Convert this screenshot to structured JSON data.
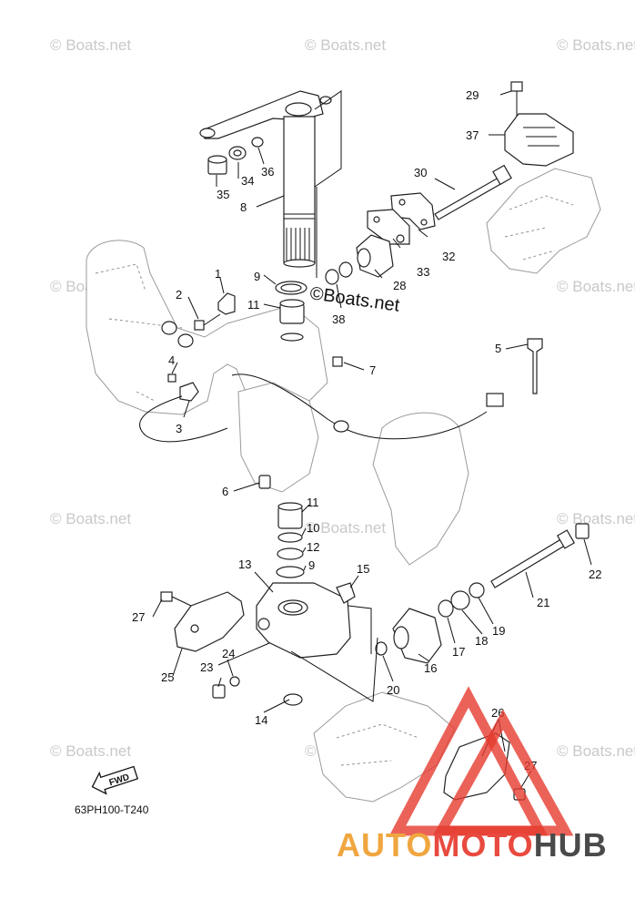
{
  "watermark_text": "© Boats.net",
  "inline_watermark": "©Boats.net",
  "diagram_code": "63PH100-T240",
  "fwd_label": "FWD",
  "brand": {
    "auto": "AUTO",
    "moto": "MOTO",
    "hub": "HUB",
    "colors": {
      "auto": "#f0a640",
      "moto": "#e94a3f",
      "hub": "#4a4a4a",
      "triangle": "#e63b2e"
    }
  },
  "parts": [
    "1",
    "2",
    "3",
    "4",
    "5",
    "6",
    "7",
    "8",
    "9",
    "10",
    "11",
    "12",
    "13",
    "14",
    "15",
    "16",
    "17",
    "18",
    "19",
    "20",
    "21",
    "22",
    "23",
    "24",
    "25",
    "26",
    "27",
    "28",
    "29",
    "30",
    "32",
    "33",
    "34",
    "35",
    "36",
    "37",
    "38"
  ],
  "callouts": {
    "p1": "1",
    "p2": "2",
    "p3": "3",
    "p4": "4",
    "p5": "5",
    "p6": "6",
    "p7": "7",
    "p8": "8",
    "p9a": "9",
    "p9b": "9",
    "p10": "10",
    "p11a": "11",
    "p11b": "11",
    "p12": "12",
    "p13": "13",
    "p14": "14",
    "p15": "15",
    "p16": "16",
    "p17": "17",
    "p18": "18",
    "p19": "19",
    "p20": "20",
    "p21": "21",
    "p22": "22",
    "p23": "23",
    "p24": "24",
    "p25": "25",
    "p26": "26",
    "p27a": "27",
    "p27b": "27",
    "p28": "28",
    "p29": "29",
    "p30": "30",
    "p32": "32",
    "p33": "33",
    "p34": "34",
    "p35": "35",
    "p36": "36",
    "p37": "37",
    "p38": "38"
  }
}
